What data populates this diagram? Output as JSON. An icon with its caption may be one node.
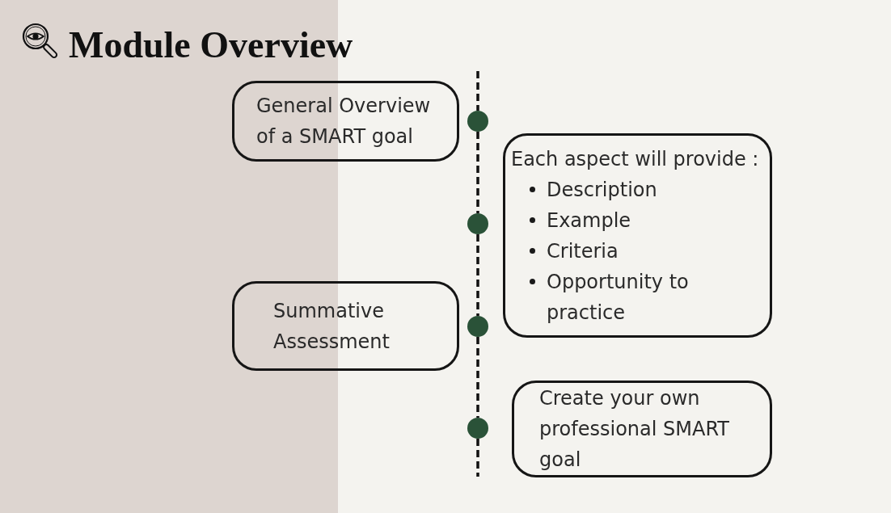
{
  "diagram": {
    "title": "Module Overview",
    "nodes": [
      {
        "text": [
          "General Overview of a SMART goal"
        ]
      },
      {
        "text": [],
        "shape": "circle"
      },
      {
        "text": [
          "Each aspect will provide :",
          "Description",
          "Example",
          "Criteria",
          "Opportunity to practice"
        ]
      },
      {
        "text": [],
        "shape": "circle"
      },
      {
        "text": [
          "Summative Assessment"
        ]
      },
      {
        "text": [],
        "shape": "circle"
      },
      {
        "text": [
          "Create your own professional SMART goal"
        ]
      },
      {
        "text": [],
        "shape": "circle"
      }
    ],
    "edges": [
      {
        "from": null,
        "to": 1,
        "arrow": "none",
        "style": "dashed"
      },
      {
        "from": 1,
        "to": 3,
        "arrow": "none",
        "style": "dashed"
      },
      {
        "from": 3,
        "to": 5,
        "arrow": "none",
        "style": "dashed"
      },
      {
        "from": 5,
        "to": 7,
        "arrow": "none",
        "style": "dashed"
      },
      {
        "from": 7,
        "to": null,
        "arrow": "none",
        "style": "dashed"
      }
    ]
  }
}
